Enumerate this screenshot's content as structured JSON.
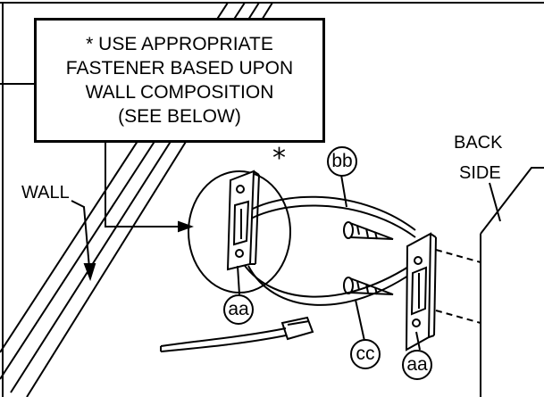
{
  "note": {
    "lines": [
      "* USE APPROPRIATE",
      "FASTENER BASED UPON",
      "WALL COMPOSITION",
      "(SEE BELOW)"
    ]
  },
  "labels": {
    "wall": "WALL",
    "back_side_line1": "BACK",
    "back_side_line2": "SIDE",
    "asterisk": "*"
  },
  "callouts": {
    "bb": "bb",
    "aa_left": "aa",
    "aa_right": "aa",
    "cc": "cc"
  },
  "icons": [
    "wall-anchor-bracket-icon",
    "screw-icon",
    "cable-tie-icon"
  ],
  "colors": {
    "line": "#000000",
    "background": "#ffffff"
  }
}
